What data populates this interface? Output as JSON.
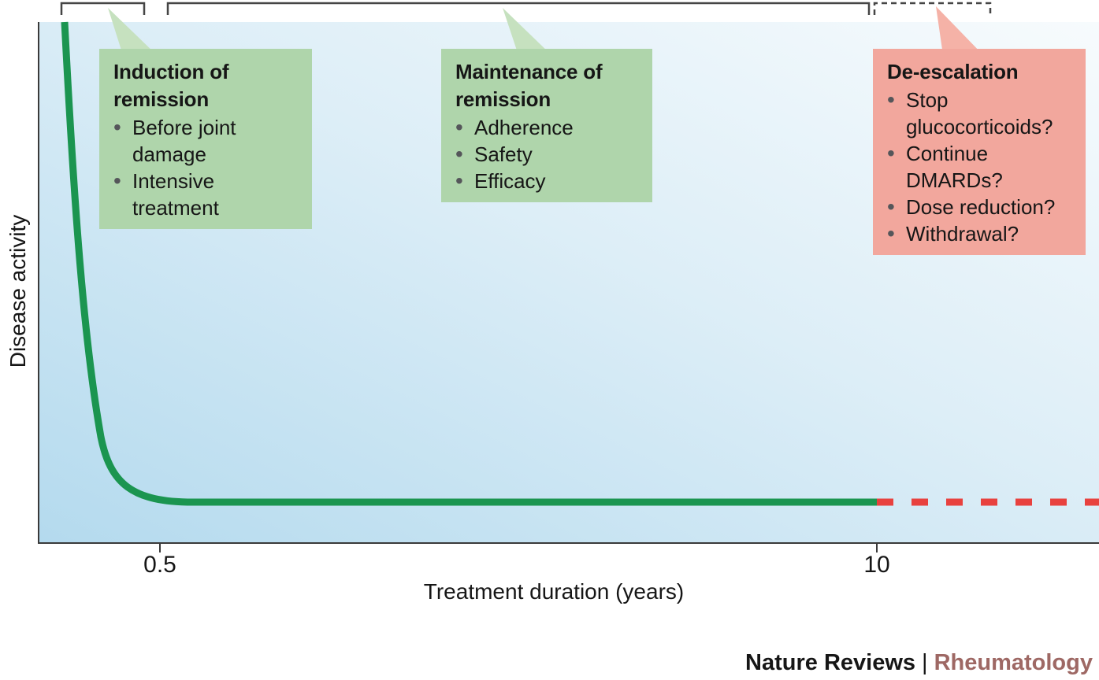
{
  "axes": {
    "y_label": "Disease activity",
    "x_label": "Treatment duration (years)",
    "x_ticks": [
      "0.5",
      "10"
    ]
  },
  "callouts": [
    {
      "id": "induction",
      "title": "Induction of remission",
      "bullets": [
        "Before joint damage",
        "Intensive treatment"
      ],
      "box_color": "#afd5ab",
      "tail_color": "#c6e1bf"
    },
    {
      "id": "maintenance",
      "title": "Maintenance of remission",
      "bullets": [
        "Adherence",
        "Safety",
        "Efficacy"
      ],
      "box_color": "#afd5ab",
      "tail_color": "#c6e1bf"
    },
    {
      "id": "de-escalation",
      "title": "De-escalation",
      "bullets": [
        "Stop glucocorticoids?",
        "Continue DMARDs?",
        "Dose reduction?",
        "Withdrawal?"
      ],
      "box_color": "#f2a79d",
      "tail_color": "#f5b2a7"
    }
  ],
  "branding": {
    "publisher": "Nature Reviews",
    "separator": "|",
    "journal": "Rheumatology"
  },
  "colors": {
    "curve_green": "#1b9550",
    "projection_red": "#e8413e",
    "axis_line": "#3a3a3a",
    "bracket_line": "#454545",
    "bullet_gray": "#55565a",
    "journal_accent": "#9e6864",
    "plot_bg_bottom_left": "#b4daee",
    "plot_bg_top_right": "#f7fbfd"
  },
  "chart_data": {
    "type": "line",
    "title": "",
    "xlabel": "Treatment duration (years)",
    "ylabel": "Disease activity",
    "x_ticks_shown": [
      0.5,
      10
    ],
    "y_axis": "unlabeled conceptual scale (high at start, low in remission)",
    "grid": false,
    "legend": "none",
    "series": [
      {
        "name": "Disease activity during treatment",
        "style": "solid",
        "color": "#1b9550",
        "x": [
          0.05,
          0.1,
          0.2,
          0.3,
          0.4,
          0.5,
          0.7,
          1,
          5,
          10
        ],
        "y": [
          1.0,
          0.88,
          0.68,
          0.45,
          0.22,
          0.1,
          0.08,
          0.08,
          0.08,
          0.08
        ]
      },
      {
        "name": "Projected disease activity during de-escalation",
        "style": "dashed",
        "color": "#e8413e",
        "x": [
          10,
          12.5
        ],
        "y": [
          0.08,
          0.08
        ]
      }
    ],
    "annotations": [
      {
        "phase": "Induction of remission",
        "bracket": "solid",
        "x_range": [
          0,
          0.45
        ]
      },
      {
        "phase": "Maintenance of remission",
        "bracket": "solid",
        "x_range": [
          0.5,
          10
        ]
      },
      {
        "phase": "De-escalation",
        "bracket": "dashed",
        "x_range": [
          10,
          12
        ]
      }
    ]
  }
}
